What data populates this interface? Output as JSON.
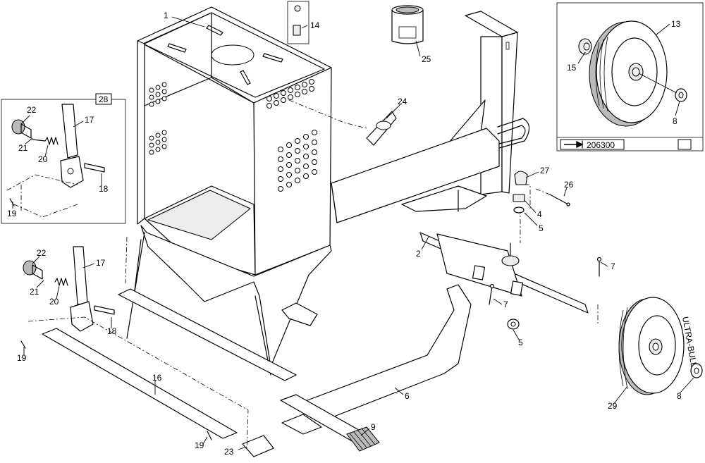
{
  "callouts": {
    "c1": "1",
    "c2": "2",
    "c4": "4",
    "c5a": "5",
    "c5b": "5",
    "c6": "6",
    "c7a": "7",
    "c7b": "7",
    "c8a": "8",
    "c8b": "8",
    "c9": "9",
    "c13": "13",
    "c14": "14",
    "c15": "15",
    "c16": "16",
    "c17a": "17",
    "c17b": "17",
    "c18a": "18",
    "c18b": "18",
    "c19a": "19",
    "c19b": "19",
    "c19c": "19",
    "c20a": "20",
    "c20b": "20",
    "c21a": "21",
    "c21b": "21",
    "c22a": "22",
    "c22b": "22",
    "c23": "23",
    "c24": "24",
    "c25": "25",
    "c26": "26",
    "c27": "27",
    "c28": "28",
    "c29": "29"
  },
  "wheel_kit": {
    "part_number": "206300"
  },
  "tire_text": "ULTRA-BULL"
}
